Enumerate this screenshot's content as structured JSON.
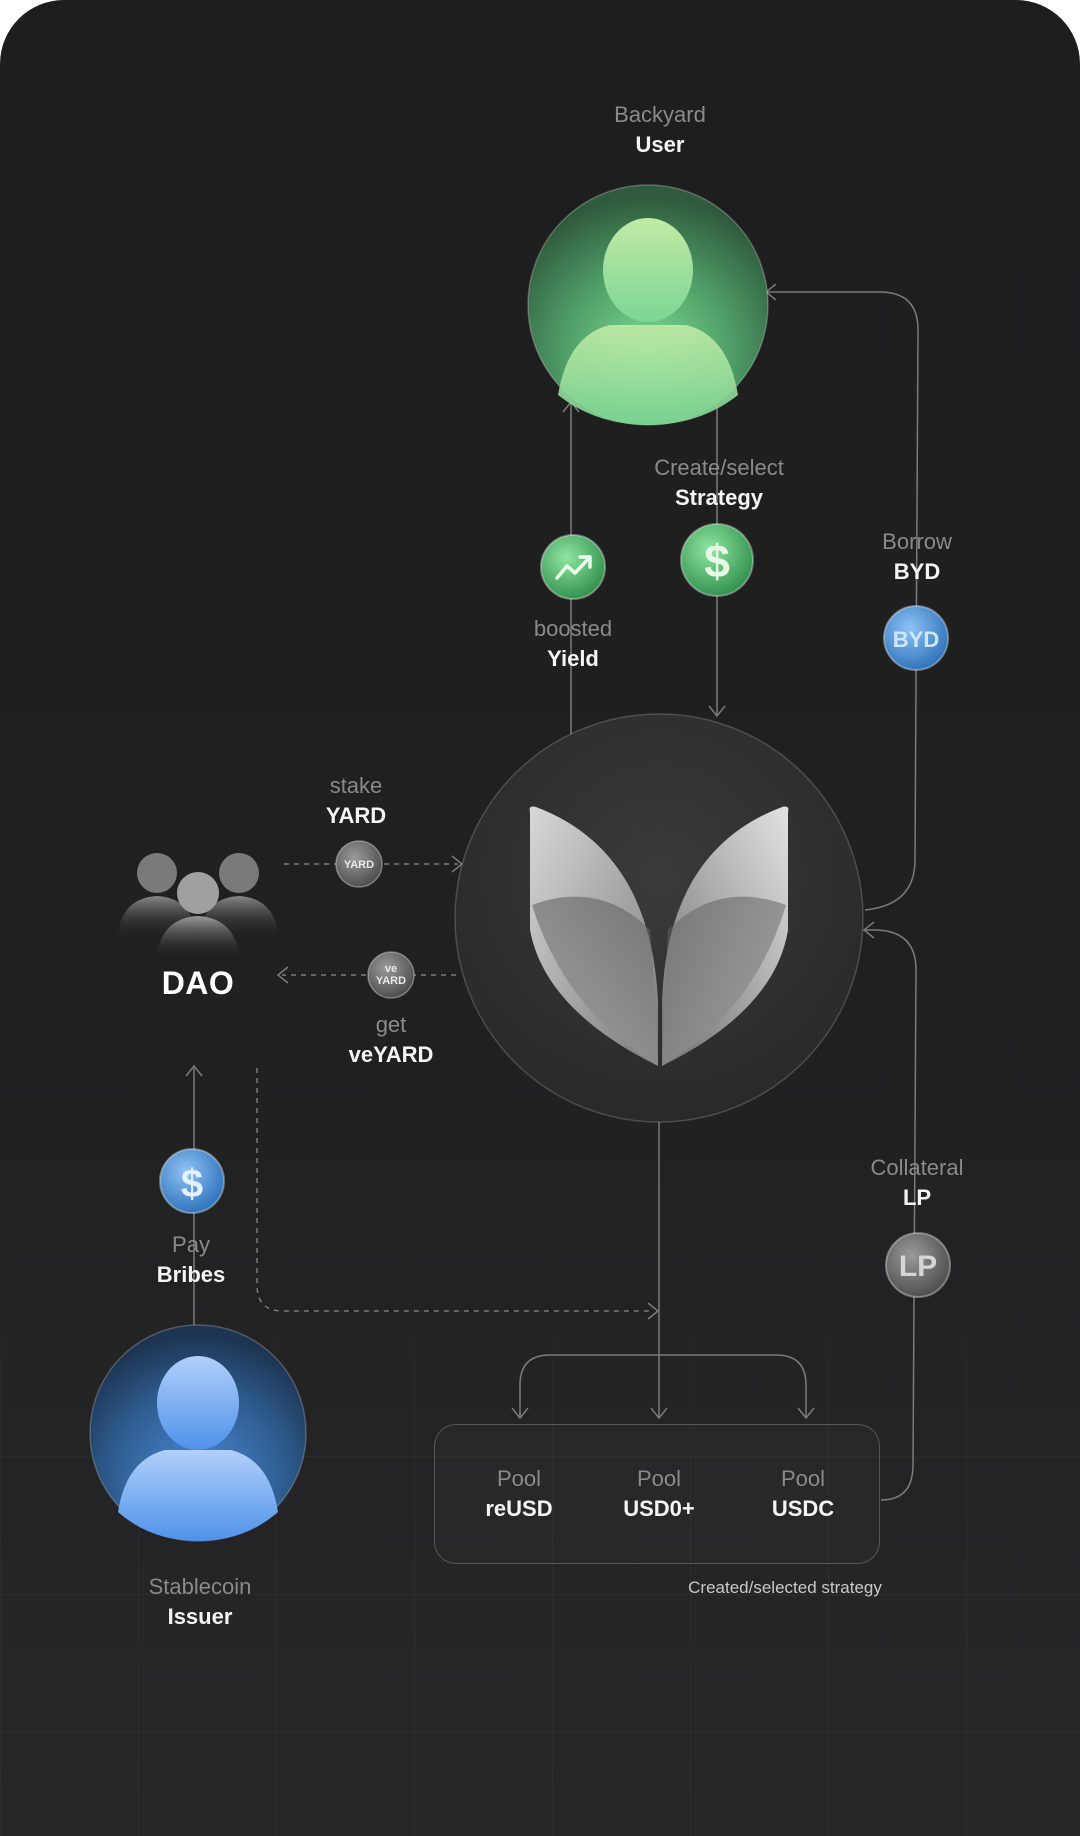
{
  "nodes": {
    "user": {
      "sub": "Backyard",
      "main": "User"
    },
    "dao": {
      "title": "DAO"
    },
    "issuer": {
      "sub": "Stablecoin",
      "main": "Issuer"
    }
  },
  "flows": {
    "strategy": {
      "sub": "Create/select",
      "main": "Strategy"
    },
    "yield": {
      "sub": "boosted",
      "main": "Yield"
    },
    "borrow": {
      "sub": "Borrow",
      "main": "BYD"
    },
    "stake": {
      "sub": "stake",
      "main": "YARD"
    },
    "get": {
      "sub": "get",
      "main": "veYARD"
    },
    "bribes": {
      "sub": "Pay",
      "main": "Bribes"
    },
    "collateral": {
      "sub": "Collateral",
      "main": "LP"
    }
  },
  "tokens": {
    "yard": "YARD",
    "veyard_top": "ve",
    "veyard_bottom": "YARD",
    "byd": "BYD",
    "lp": "LP",
    "dollar": "$"
  },
  "pools": [
    {
      "sub": "Pool",
      "main": "reUSD"
    },
    {
      "sub": "Pool",
      "main": "USD0+"
    },
    {
      "sub": "Pool",
      "main": "USDC"
    }
  ],
  "caption": "Created/selected strategy",
  "colors": {
    "background": "#1f1f20",
    "user_green": "#6fd98f",
    "issuer_blue": "#5a9bef",
    "byd_blue": "#3b8fd8",
    "line": "#8a8a8c"
  }
}
